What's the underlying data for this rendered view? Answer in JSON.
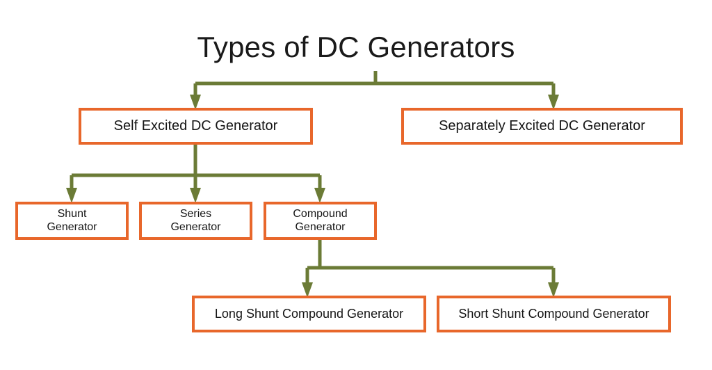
{
  "page": {
    "title": "Types of DC Generators",
    "background_color": "#ffffff",
    "box_border_color": "#e8672b",
    "box_fill_color": "#ffffff",
    "connector_color": "#6b7b36",
    "text_color": "#151515"
  },
  "diagram": {
    "type": "hierarchy-tree",
    "root_label": "Types of DC Generators",
    "nodes": {
      "self_excited": "Self Excited DC Generator",
      "separately_excited": "Separately Excited DC Generator",
      "shunt": "Shunt\nGenerator",
      "shunt_line1": "Shunt",
      "shunt_line2": "Generator",
      "series_line1": "Series",
      "series_line2": "Generator",
      "compound_line1": "Compound",
      "compound_line2": "Generator",
      "long_shunt": "Long Shunt Compound Generator",
      "short_shunt": "Short Shunt Compound Generator"
    },
    "edges": [
      {
        "from": "Types of DC Generators",
        "to": "Self Excited DC Generator"
      },
      {
        "from": "Types of DC Generators",
        "to": "Separately Excited DC Generator"
      },
      {
        "from": "Self Excited DC Generator",
        "to": "Shunt Generator"
      },
      {
        "from": "Self Excited DC Generator",
        "to": "Series Generator"
      },
      {
        "from": "Self Excited DC Generator",
        "to": "Compound Generator"
      },
      {
        "from": "Compound Generator",
        "to": "Long Shunt Compound Generator"
      },
      {
        "from": "Compound Generator",
        "to": "Short Shunt Compound Generator"
      }
    ]
  }
}
